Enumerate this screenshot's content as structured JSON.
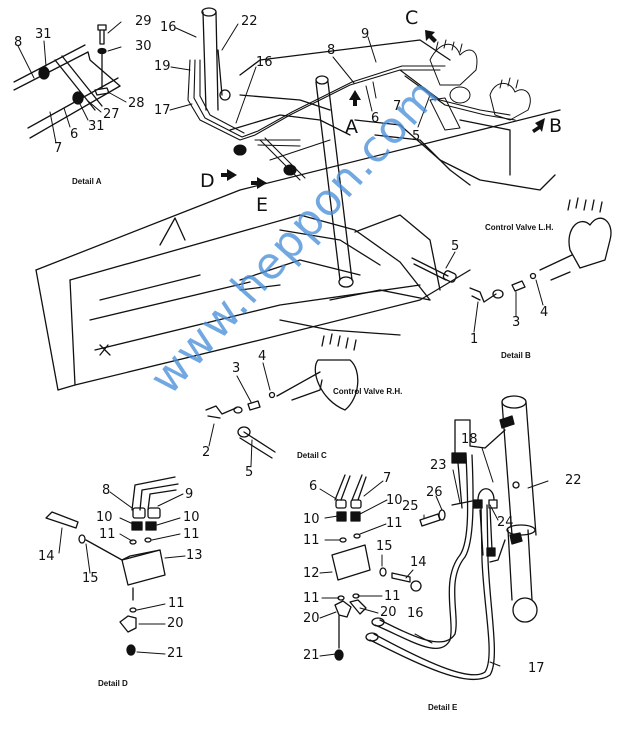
{
  "diagram": {
    "type": "exploded-parts-diagram",
    "subject": "Motor grader blade hydraulic piping",
    "watermark": "www.heppon.com",
    "watermark_color": "#4a90d9",
    "view_markers": [
      "A",
      "B",
      "C",
      "D",
      "E"
    ],
    "details": {
      "a": {
        "caption": "Detail A",
        "part_numbers": [
          "8",
          "31",
          "29",
          "30",
          "28",
          "27",
          "31",
          "6",
          "7"
        ]
      },
      "b": {
        "caption": "Detail B",
        "part_numbers": [
          "5",
          "1",
          "3",
          "4"
        ],
        "valve_label": "Control Valve L.H."
      },
      "c": {
        "caption": "Detail C",
        "part_numbers": [
          "3",
          "4",
          "2",
          "5"
        ],
        "valve_label": "Control Valve R.H."
      },
      "d": {
        "caption": "Detail D",
        "part_numbers": [
          "8",
          "9",
          "10",
          "11",
          "10",
          "11",
          "13",
          "14",
          "15",
          "11",
          "20",
          "21"
        ]
      },
      "e": {
        "caption": "Detail E",
        "part_numbers": [
          "6",
          "7",
          "10",
          "11",
          "10",
          "11",
          "15",
          "12",
          "14",
          "11",
          "11",
          "20",
          "20",
          "16",
          "21",
          "17",
          "23",
          "26",
          "25",
          "18",
          "24",
          "22"
        ]
      }
    },
    "main_view_part_numbers": [
      "16",
      "22",
      "19",
      "16",
      "17",
      "8",
      "9",
      "7",
      "6",
      "5"
    ]
  },
  "labels": {
    "a_8": "8",
    "a_31a": "31",
    "a_29": "29",
    "a_30": "30",
    "a_28": "28",
    "a_27": "27",
    "a_31b": "31",
    "a_6": "6",
    "a_7": "7",
    "m_16a": "16",
    "m_22": "22",
    "m_19": "19",
    "m_16b": "16",
    "m_17": "17",
    "m_8": "8",
    "m_9": "9",
    "m_7": "7",
    "m_6": "6",
    "m_5": "5",
    "b_5": "5",
    "b_1": "1",
    "b_3": "3",
    "b_4": "4",
    "c_3": "3",
    "c_4": "4",
    "c_2": "2",
    "c_5": "5",
    "d_8": "8",
    "d_9": "9",
    "d_10a": "10",
    "d_10b": "10",
    "d_11a": "11",
    "d_11b": "11",
    "d_13": "13",
    "d_14": "14",
    "d_15": "15",
    "d_11c": "11",
    "d_20": "20",
    "d_21": "21",
    "e_6": "6",
    "e_7": "7",
    "e_10a": "10",
    "e_10b": "10",
    "e_11a": "11",
    "e_11b": "11",
    "e_15": "15",
    "e_12": "12",
    "e_14": "14",
    "e_11c": "11",
    "e_11d": "11",
    "e_20a": "20",
    "e_20b": "20",
    "e_16": "16",
    "e_21": "21",
    "e_17": "17",
    "e_23": "23",
    "e_26": "26",
    "e_25": "25",
    "e_18": "18",
    "e_24": "24",
    "e_22": "22",
    "view_a": "A",
    "view_b": "B",
    "view_c": "C",
    "view_d": "D",
    "view_e": "E",
    "caption_a": "Detail A",
    "caption_b": "Detail B",
    "caption_c": "Detail C",
    "caption_d": "Detail D",
    "caption_e": "Detail E",
    "valve_lh": "Control Valve L.H.",
    "valve_rh": "Control Valve R.H."
  }
}
